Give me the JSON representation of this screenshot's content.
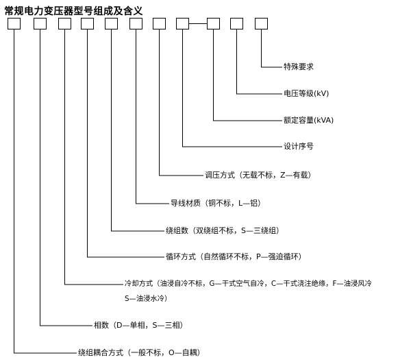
{
  "title": "常规电力变压器型号组成及含义",
  "items": [
    {
      "label": "特殊要求"
    },
    {
      "label": "电压等级(kV)"
    },
    {
      "label": "额定容量(kVA)"
    },
    {
      "label": "设计序号"
    },
    {
      "label": "调压方式（无载不标，Z—有载）"
    },
    {
      "label": "导线材质（铜不标，L—铝）"
    },
    {
      "label": "绕组数（双绕组不标，S—三绕组）"
    },
    {
      "label": "循环方式（自然循环不标，P—强迫循环）"
    },
    {
      "label": "冷却方式（油浸自冷不标，G—干式空气自冷，C—干式浇注绝缘，F—油浸风冷",
      "label2": "S—油浸水冷）"
    },
    {
      "label": "相数（D—单相，S—三相）"
    },
    {
      "label": "绕组耦合方式（一般不标，O—自耦）"
    }
  ]
}
